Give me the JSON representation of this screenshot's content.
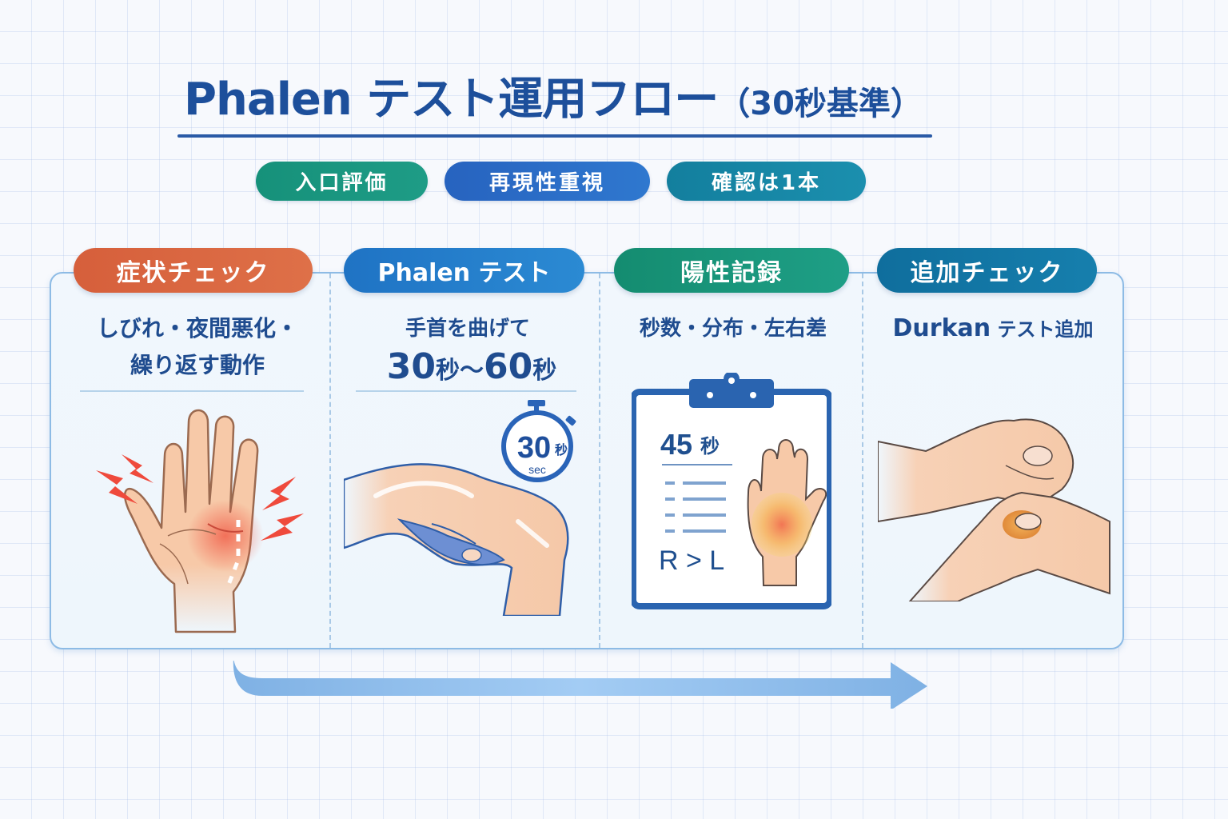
{
  "header": {
    "title_main": "Phalen テスト運用フロー",
    "title_sub": "（30秒基準）"
  },
  "tags": [
    {
      "label": "入口評価",
      "color": "#1a9680"
    },
    {
      "label": "再現性重視",
      "color": "#2b6ec8"
    },
    {
      "label": "確認は1本",
      "color": "#1787a6"
    }
  ],
  "steps": [
    {
      "label": "症状チェック",
      "color": "#da6741",
      "description_lines": [
        "しびれ・夜間悪化・",
        "繰り返す動作"
      ],
      "illustration": "palm-hand-tingling"
    },
    {
      "label": "Phalen テスト",
      "color": "#2580cb",
      "description_line1": "手首を曲げて",
      "duration_from_num": "30",
      "duration_from_unit": "秒",
      "duration_sep": "〜",
      "duration_to_num": "60",
      "duration_to_unit": "秒",
      "timer": {
        "value": "30",
        "unit": "秒",
        "caption": "sec"
      },
      "illustration": "wrist-flexion-hands"
    },
    {
      "label": "陽性記録",
      "color": "#19967b",
      "description": "秒数・分布・左右差",
      "clipboard": {
        "time": "45",
        "time_unit": "秒",
        "side": "R > L"
      },
      "illustration": "clipboard-record"
    },
    {
      "label": "追加チェック",
      "color": "#1377a5",
      "description_name": "Durkan",
      "description_rest": " テスト追加",
      "illustration": "durkan-compression-hands"
    }
  ],
  "flow_arrow": {
    "direction": "right",
    "color": "#9cc6ef"
  }
}
